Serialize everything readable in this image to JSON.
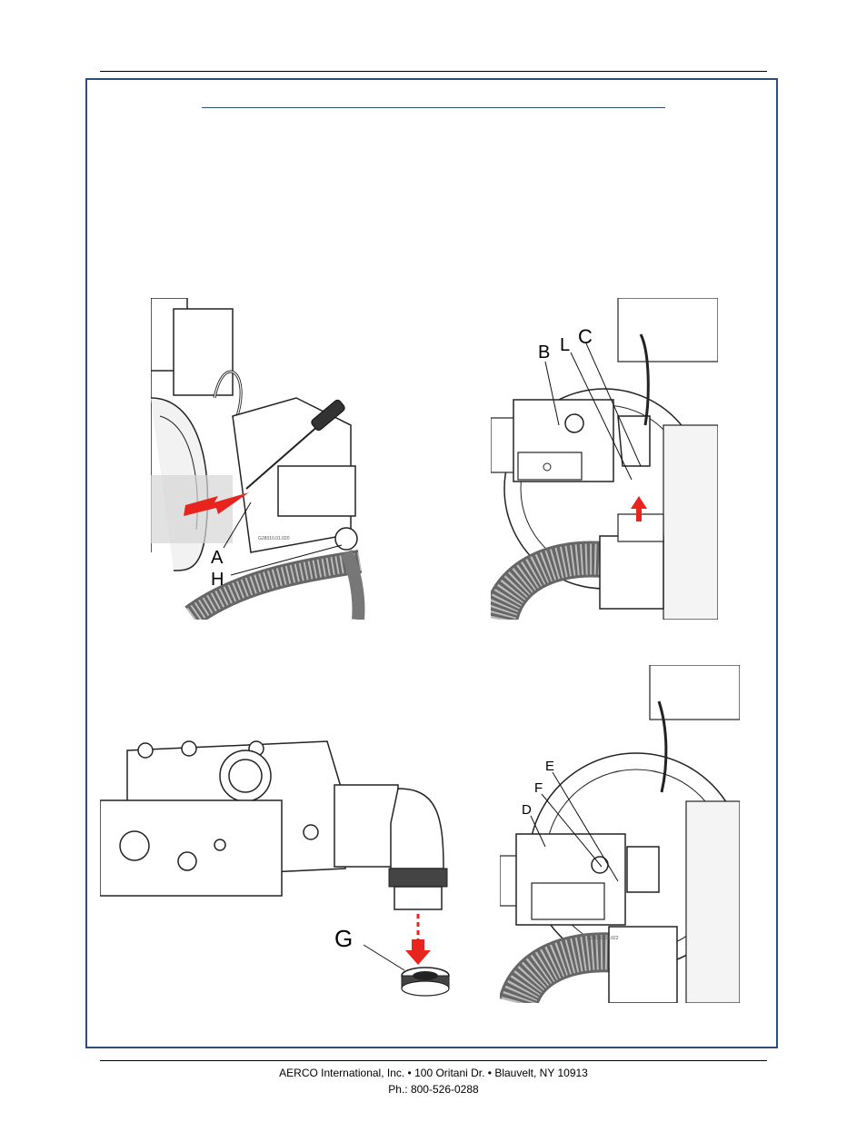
{
  "figures": [
    {
      "callouts": [
        "A",
        "H"
      ],
      "part_number": "G28010.01.020"
    },
    {
      "callouts": [
        "B",
        "L",
        "C"
      ]
    },
    {
      "callouts": [
        "G"
      ]
    },
    {
      "callouts": [
        "E",
        "F",
        "D"
      ],
      "part_number": "G28010.01.022"
    }
  ],
  "footer": {
    "line1": "AERCO International, Inc. • 100 Oritani Dr. •  Blauvelt, NY 10913",
    "line2": "Ph.: 800-526-0288"
  },
  "colors": {
    "frame": "#2f4f7a",
    "arrow": "#e8241e"
  }
}
